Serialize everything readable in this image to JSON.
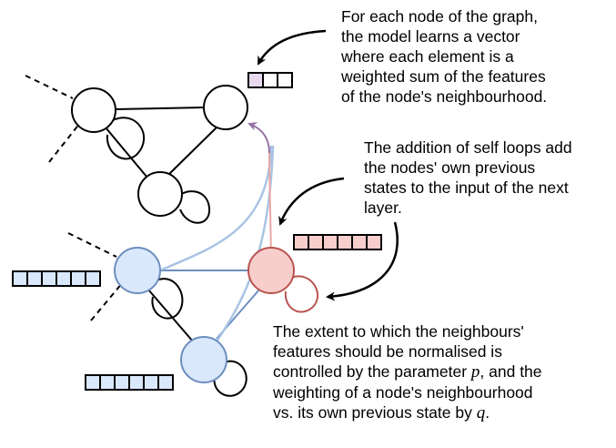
{
  "notes": {
    "aggregation": [
      "For each node of the graph,",
      "the model learns a vector",
      "where each element is a",
      "weighted sum of the features",
      "of the node's neighbourhood."
    ],
    "self_loops": [
      "The addition of self loops add",
      "the nodes' own previous",
      "states to the input of the next",
      "layer."
    ],
    "normalisation": {
      "line1": "The extent to which the neighbours'",
      "line2": "features should be normalised is",
      "line3_before": "controlled by the parameter ",
      "param_p": "p",
      "line3_after": ", and the",
      "line4": "weighting of a node's neighbourhood",
      "line5_before": "vs. its own previous state by ",
      "param_q": "q",
      "line5_after": "."
    }
  },
  "colors": {
    "ink": "#000000",
    "highlight_fill": "#e8d9ee",
    "highlight_stroke": "#8b5aa0",
    "red_fill": "#f8cecc",
    "red_stroke": "#b85450",
    "blue_fill": "#dae8fc",
    "blue_stroke": "#6c8ebf",
    "purple_arrow": "#9673a6"
  },
  "vectors": {
    "top_cells": 3,
    "node_cells": 6
  }
}
